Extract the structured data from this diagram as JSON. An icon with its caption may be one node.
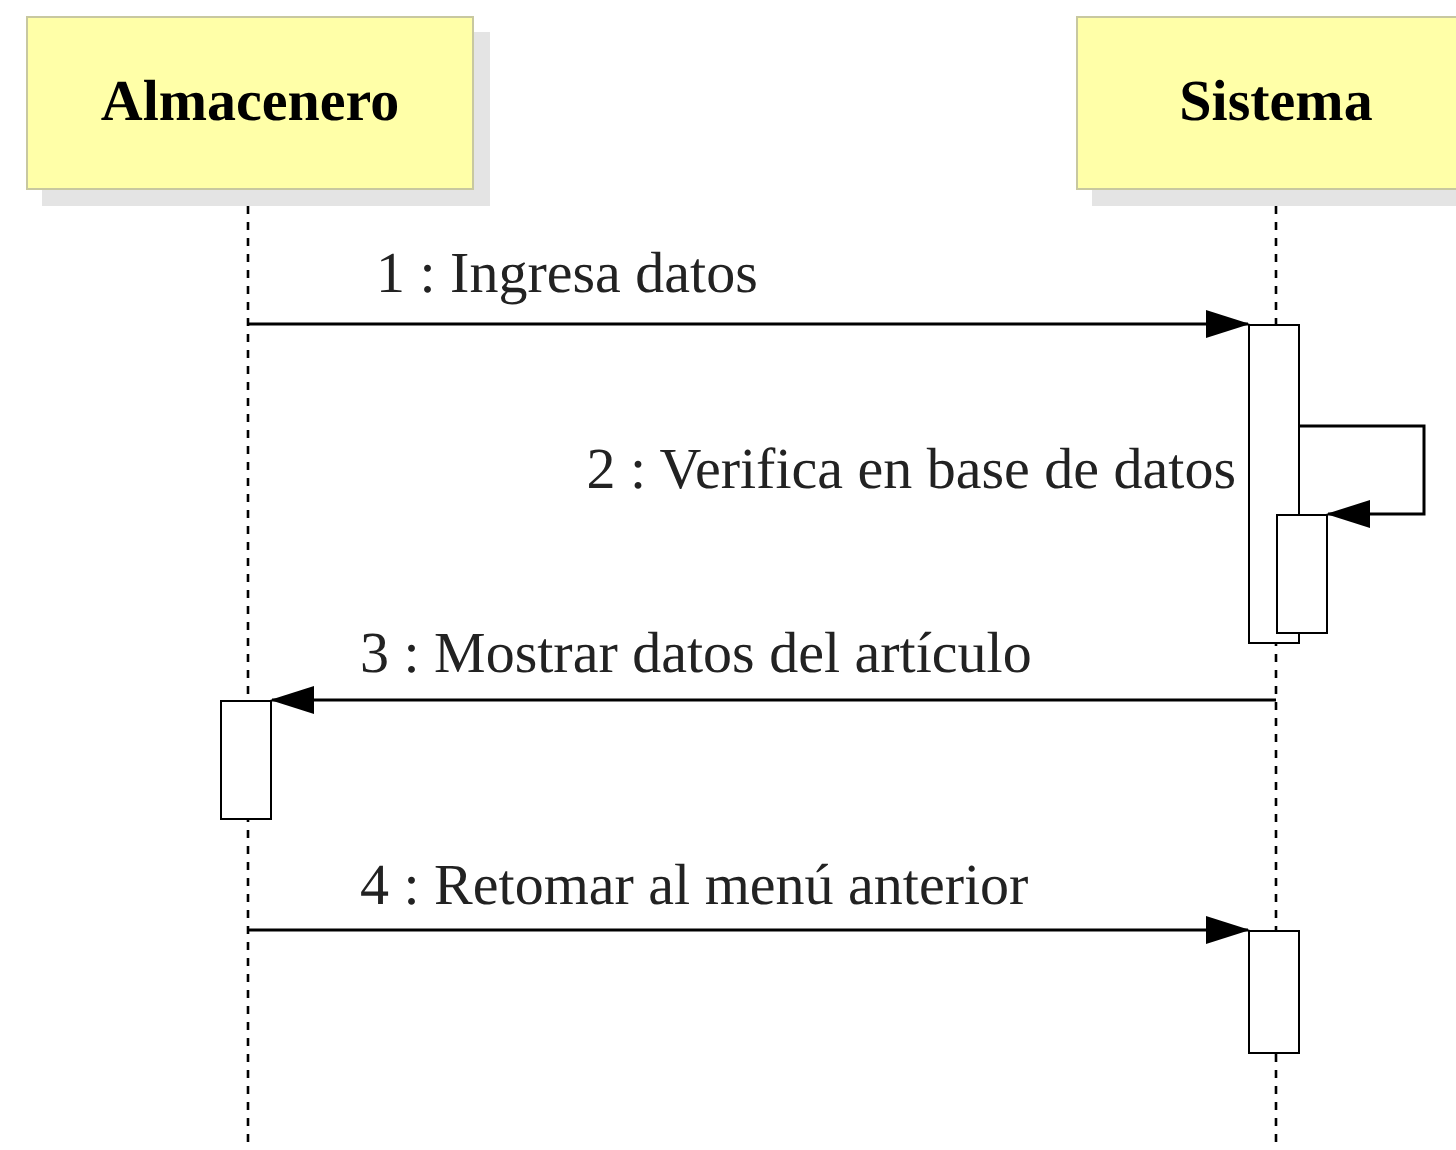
{
  "diagram": {
    "nodes": [
      {
        "text": [
          "Almacenero"
        ]
      },
      {
        "text": [
          "Sistema"
        ]
      },
      {
        "text": [],
        "shape": "bar"
      },
      {
        "text": [],
        "shape": "bar"
      },
      {
        "text": [],
        "shape": "bar"
      },
      {
        "text": [],
        "shape": "bar"
      }
    ],
    "edges": [
      {
        "from": null,
        "to": 2,
        "arrow": "to",
        "label": "1 : Ingresa datos"
      },
      {
        "from": 2,
        "to": 3,
        "arrow": "to",
        "label": "2 : Verifica en base de datos"
      },
      {
        "from": null,
        "to": 4,
        "arrow": "to",
        "label": "3 : Mostrar datos del artículo"
      },
      {
        "from": null,
        "to": 5,
        "arrow": "to",
        "label": "4 : Retomar al menú anterior"
      }
    ]
  }
}
